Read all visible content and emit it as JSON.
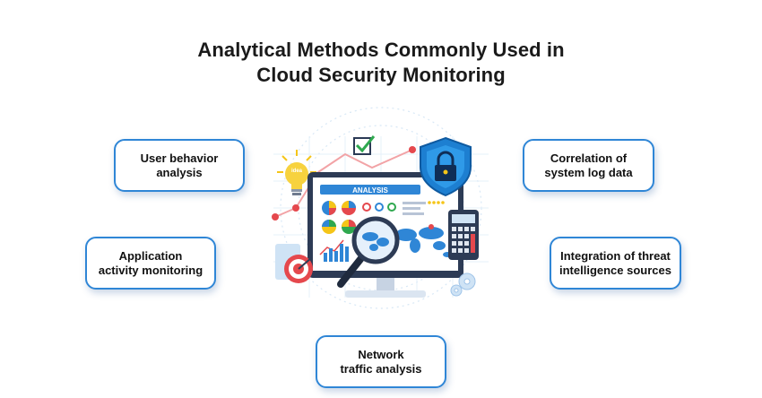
{
  "title": {
    "line1": "Analytical Methods Commonly Used in",
    "line2": "Cloud Security Monitoring"
  },
  "methods": [
    {
      "label": "User behavior\nanalysis"
    },
    {
      "label": "Application\nactivity monitoring"
    },
    {
      "label": "Network\ntraffic analysis"
    },
    {
      "label": "Correlation of\nsystem log data"
    },
    {
      "label": "Integration of threat\nintelligence sources"
    }
  ],
  "illustration": {
    "screen_banner": "ANALYSIS",
    "bulb_text": "idea",
    "icons": [
      "lightbulb-icon",
      "checkbox-icon",
      "shield-lock-icon",
      "calculator-icon",
      "magnifier-icon",
      "target-icon",
      "gears-icon",
      "pie-chart-icon",
      "bar-chart-icon",
      "world-map-icon",
      "map-pin-icon"
    ]
  },
  "colors": {
    "accent": "#2f86d6",
    "title": "#1a1a1a",
    "shield": "#1d7fd1",
    "banner": "#2f86d6",
    "red": "#e5484d",
    "yellow": "#f5c518"
  }
}
